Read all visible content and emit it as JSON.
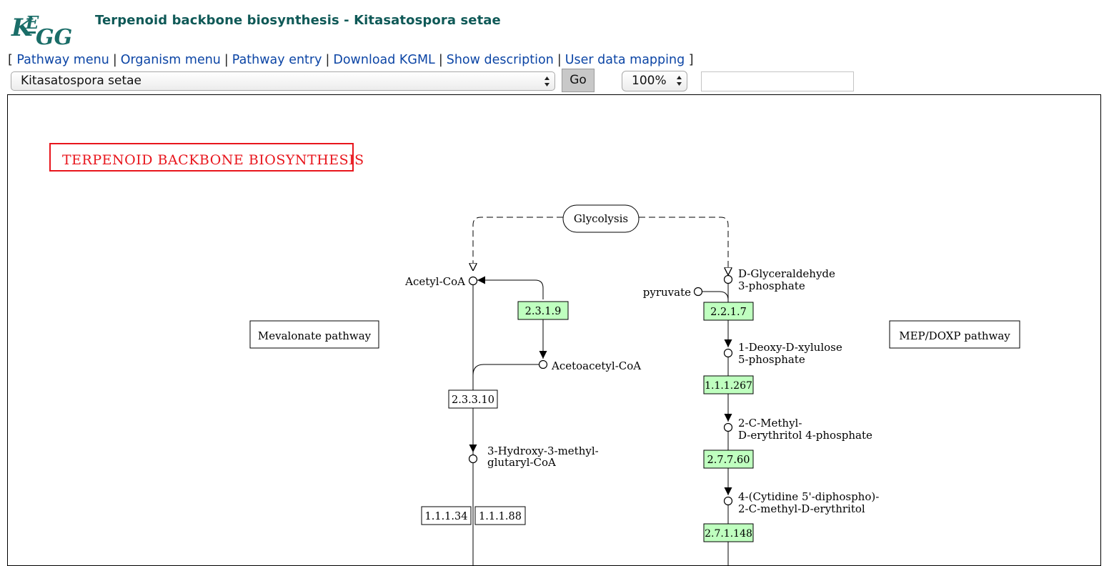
{
  "logo": {
    "alt": "KEGG"
  },
  "header": {
    "title": "Terpenoid backbone biosynthesis - Kitasatospora setae"
  },
  "menu": {
    "bracket_open": "[",
    "bracket_close": "]",
    "links": [
      "Pathway menu",
      "Organism menu",
      "Pathway entry",
      "Download KGML",
      "Show description",
      "User data mapping"
    ]
  },
  "controls": {
    "organism_value": "Kitasatospora setae",
    "go_label": "Go",
    "zoom_value": "100%",
    "search_value": ""
  },
  "map": {
    "title": "TERPENOID BACKBONE BIOSYNTHESIS",
    "title_color": "#e8151c",
    "enzyme_fill_organism": "#bfffbf",
    "maps": {
      "glycolysis": "Glycolysis",
      "mevalonate": "Mevalonate pathway",
      "mep": "MEP/DOXP pathway"
    },
    "compounds": {
      "acetyl_coa": "Acetyl-CoA",
      "acetoacetyl_coa": "Acetoacetyl-CoA",
      "hmg_coa": [
        "3-Hydroxy-3-methyl-",
        "glutaryl-CoA"
      ],
      "gap": [
        "D-Glyceraldehyde",
        "3-phosphate"
      ],
      "pyruvate": "pyruvate",
      "dxp": [
        "1-Deoxy-D-xylulose",
        "5-phosphate"
      ],
      "mep": [
        "2-C-Methyl-",
        "D-erythritol 4-phosphate"
      ],
      "cdp_me": [
        "4-(Cytidine 5'-diphospho)-",
        "2-C-methyl-D-erythritol"
      ]
    },
    "enzymes": {
      "e2319": "2.3.1.9",
      "e23310": "2.3.3.10",
      "e11134": "1.1.1.34",
      "e11188": "1.1.1.88",
      "e2217": "2.2.1.7",
      "e111267": "1.1.1.267",
      "e27760": "2.7.7.60",
      "e271148": "2.7.1.148"
    }
  }
}
